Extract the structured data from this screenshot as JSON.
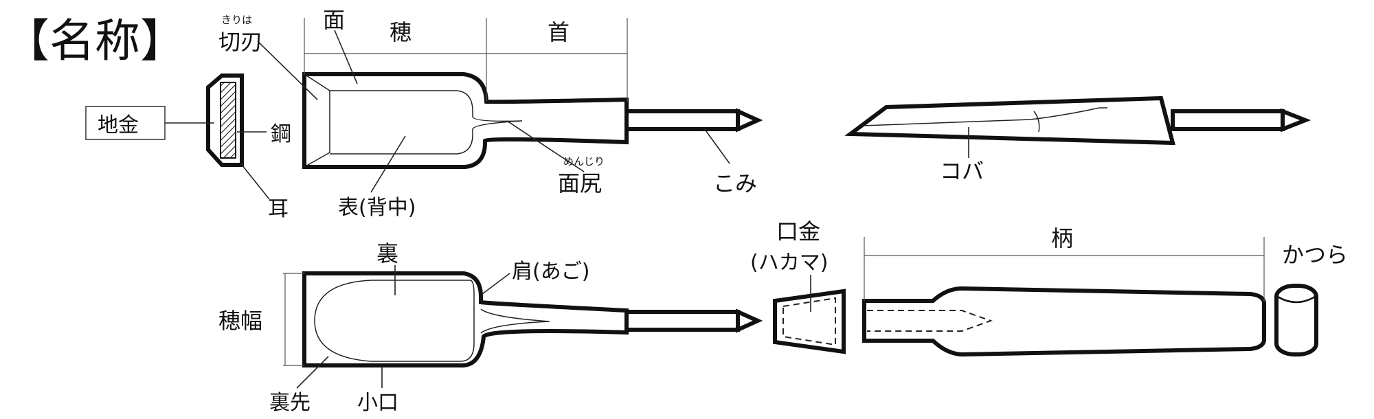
{
  "title": "【名称】",
  "labels": {
    "kiriha": "切刃",
    "kiriha_ruby": "きりは",
    "men": "面",
    "ho": "穂",
    "kubi": "首",
    "jigane": "地金",
    "hagane": "鋼",
    "mimi": "耳",
    "omote": "表(背中)",
    "menjiri": "面尻",
    "menjiri_ruby": "めんじり",
    "komi": "こみ",
    "koba": "コバ",
    "ura": "裏",
    "kata": "肩(あご)",
    "hohaba": "穂幅",
    "urasaki": "裏先",
    "koguchi": "小口",
    "kuchigane": "口金",
    "hakama": "(ハカマ)",
    "e": "柄",
    "katsura": "かつら"
  }
}
